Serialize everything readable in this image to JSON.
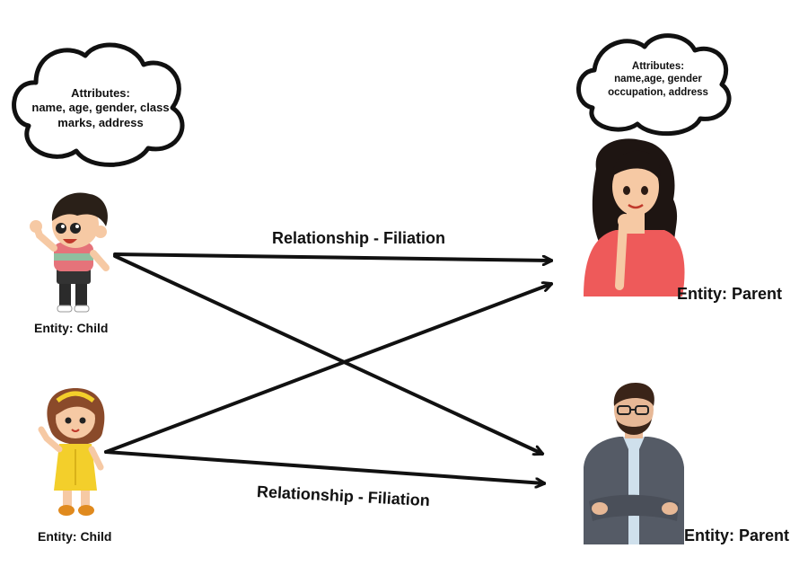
{
  "child_cloud": {
    "line1": "Attributes:",
    "line2": "name, age, gender, class",
    "line3": "marks, address"
  },
  "parent_cloud": {
    "line1": "Attributes:",
    "line2": "name,age, gender",
    "line3": "occupation, address"
  },
  "entities": {
    "child_boy": "Entity: Child",
    "child_girl": "Entity: Child",
    "parent_mother": "Entity: Parent",
    "parent_father": "Entity: Parent"
  },
  "relationships": {
    "top": "Relationship - Filiation",
    "bottom": "Relationship - Filiation"
  },
  "colors": {
    "stroke": "#111111",
    "boy_shirt": "#e5737a",
    "boy_stripe": "#8fbf9f",
    "girl_dress": "#f3cf2b",
    "mother_top": "#ee5a5a",
    "mother_hair": "#1e1512",
    "father_suit": "#555b66",
    "skin": "#f6c9a4"
  }
}
